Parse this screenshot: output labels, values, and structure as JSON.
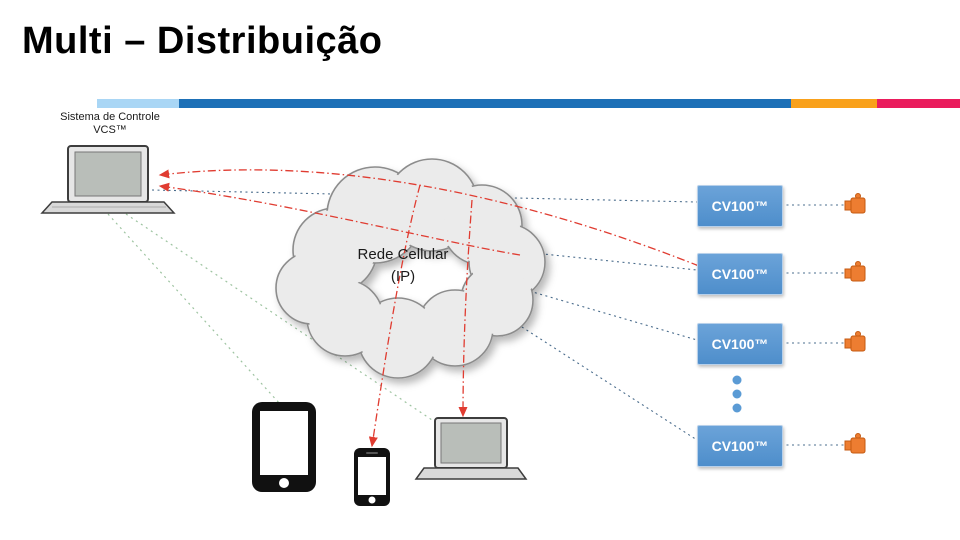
{
  "slide": {
    "title": "Multi – Distribuição",
    "accent_colors": [
      "#a9d6f5",
      "#1d70b7",
      "#f9a11b",
      "#ea1c5d"
    ]
  },
  "control_system": {
    "name_line1": "Sistema de Controle",
    "name_line2": "VCS™"
  },
  "cloud": {
    "line1": "Rede Cellular",
    "line2": "(IP)"
  },
  "devices": {
    "boxes": [
      {
        "label": "CV100™"
      },
      {
        "label": "CV100™"
      },
      {
        "label": "CV100™"
      },
      {
        "label": "CV100™"
      }
    ],
    "box_color": "#5b9bd5",
    "camera_color": "#ed7d31"
  },
  "lines": {
    "red_dashdot": "#e03c31",
    "green_dotted": "#9dc3a0",
    "navy_dotted": "#4a6c8c"
  }
}
